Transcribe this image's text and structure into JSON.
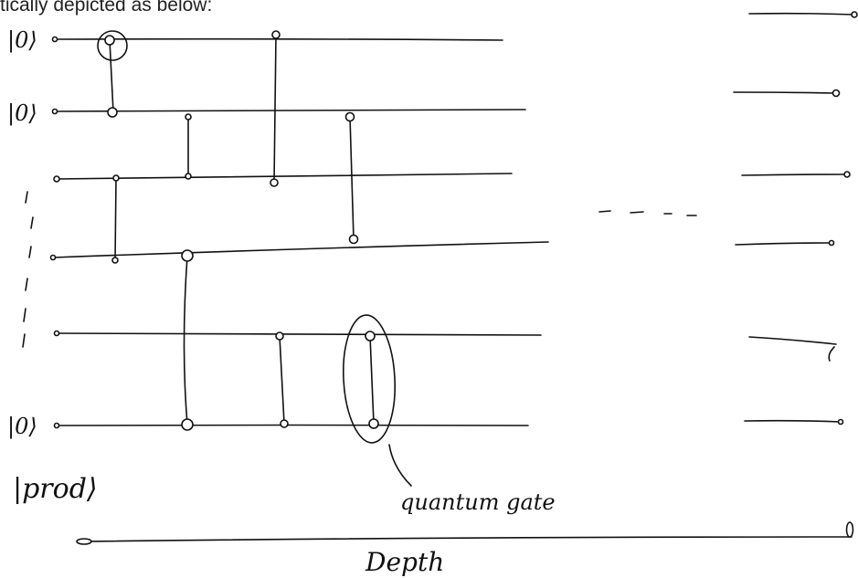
{
  "caption": "tically depicted as below:",
  "labels": {
    "ket_zero": "|0⟩",
    "prod": "|prod⟩",
    "gate_annotation": "quantum gate",
    "depth": "Depth"
  },
  "ink_color": "#111111"
}
